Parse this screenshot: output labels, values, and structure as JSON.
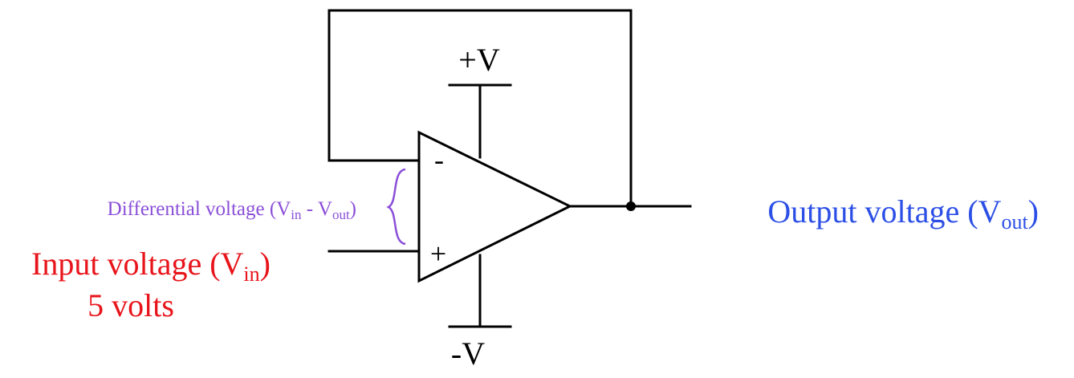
{
  "colors": {
    "wire": "#000000",
    "input": "#e8141b",
    "output": "#2c4fe6",
    "differential": "#8a4fd8"
  },
  "labels": {
    "positive_supply": "+V",
    "negative_supply": "-V",
    "inverting_sign": "-",
    "noninverting_sign": "+",
    "differential": {
      "text": "Differential voltage (V",
      "sub1": "in",
      "mid": " - V",
      "sub2": "out",
      "end": ")"
    },
    "input": {
      "line1_text": "Input voltage (V",
      "line1_sub": "in",
      "line1_end": ")",
      "line2": "5 volts"
    },
    "output": {
      "text": "Output voltage (V",
      "sub": "out",
      "end": ")"
    }
  }
}
